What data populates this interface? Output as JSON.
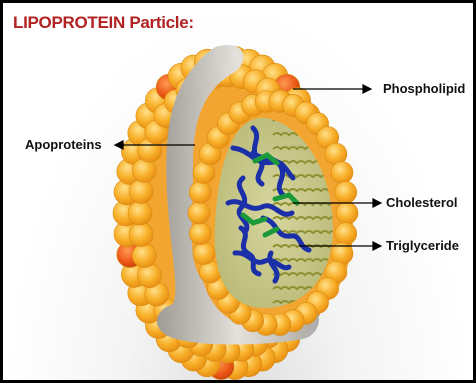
{
  "title": "LIPOPROTEIN Particle:",
  "labels": {
    "phospholipid": "Phospholipid",
    "apoproteins": "Apoproteins",
    "cholesterol": "Cholesterol",
    "triglyceride": "Triglyceride"
  },
  "colors": {
    "title": "#b22222",
    "phospholipid_head": "#f6a623",
    "phospholipid_head_dark": "#e8571a",
    "apoprotein": "#b8b8b8",
    "core": "#c9c98a",
    "cholesterol": "#1a9a3a",
    "triglyceride": "#1b2fa8",
    "tail": "#8f8f33"
  }
}
